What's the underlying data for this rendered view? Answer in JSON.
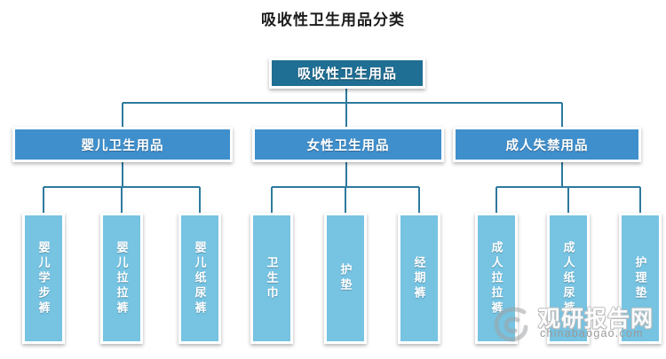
{
  "title": "吸收性卫生用品分类",
  "colors": {
    "root_fill": "#1f6e93",
    "level2_fill": "#3f8fcc",
    "leaf_fill": "#76c3e2",
    "connector": "#2e7a9e",
    "box_border": "#ffffff",
    "background": "#ffffff",
    "title_text": "#1a1a1a"
  },
  "chart_data": {
    "type": "diagram",
    "diagram_kind": "organizational-tree",
    "title": "吸收性卫生用品分类",
    "levels": 3,
    "root": {
      "id": "root",
      "label": "吸收性卫生用品"
    },
    "branches": [
      {
        "id": "baby",
        "label": "婴儿卫生用品",
        "children": [
          {
            "id": "baby-training-pants",
            "label": "婴儿学步裤"
          },
          {
            "id": "baby-pull-ups",
            "label": "婴儿拉拉裤"
          },
          {
            "id": "baby-diapers",
            "label": "婴儿纸尿裤"
          }
        ]
      },
      {
        "id": "female",
        "label": "女性卫生用品",
        "children": [
          {
            "id": "sanitary-napkin",
            "label": "卫生巾"
          },
          {
            "id": "panty-liner",
            "label": "护垫"
          },
          {
            "id": "period-pants",
            "label": "经期裤"
          }
        ]
      },
      {
        "id": "adult",
        "label": "成人失禁用品",
        "children": [
          {
            "id": "adult-pull-ups",
            "label": "成人拉拉裤"
          },
          {
            "id": "adult-diapers",
            "label": "成人纸尿裤"
          },
          {
            "id": "underpad",
            "label": "护理垫"
          }
        ]
      }
    ]
  },
  "nodes": {
    "root": "吸收性卫生用品",
    "l2": {
      "baby": "婴儿卫生用品",
      "female": "女性卫生用品",
      "adult": "成人失禁用品"
    },
    "leaves": {
      "baby_1": "婴儿学步裤",
      "baby_2": "婴儿拉拉裤",
      "baby_3": "婴儿纸尿裤",
      "female_1": "卫生巾",
      "female_2": "护垫",
      "female_3": "经期裤",
      "adult_1": "成人拉拉裤",
      "adult_2": "成人纸尿裤",
      "adult_3": "护理垫"
    }
  },
  "watermark": {
    "brand": "观研报告网",
    "domain": "chinabaogao.com"
  }
}
